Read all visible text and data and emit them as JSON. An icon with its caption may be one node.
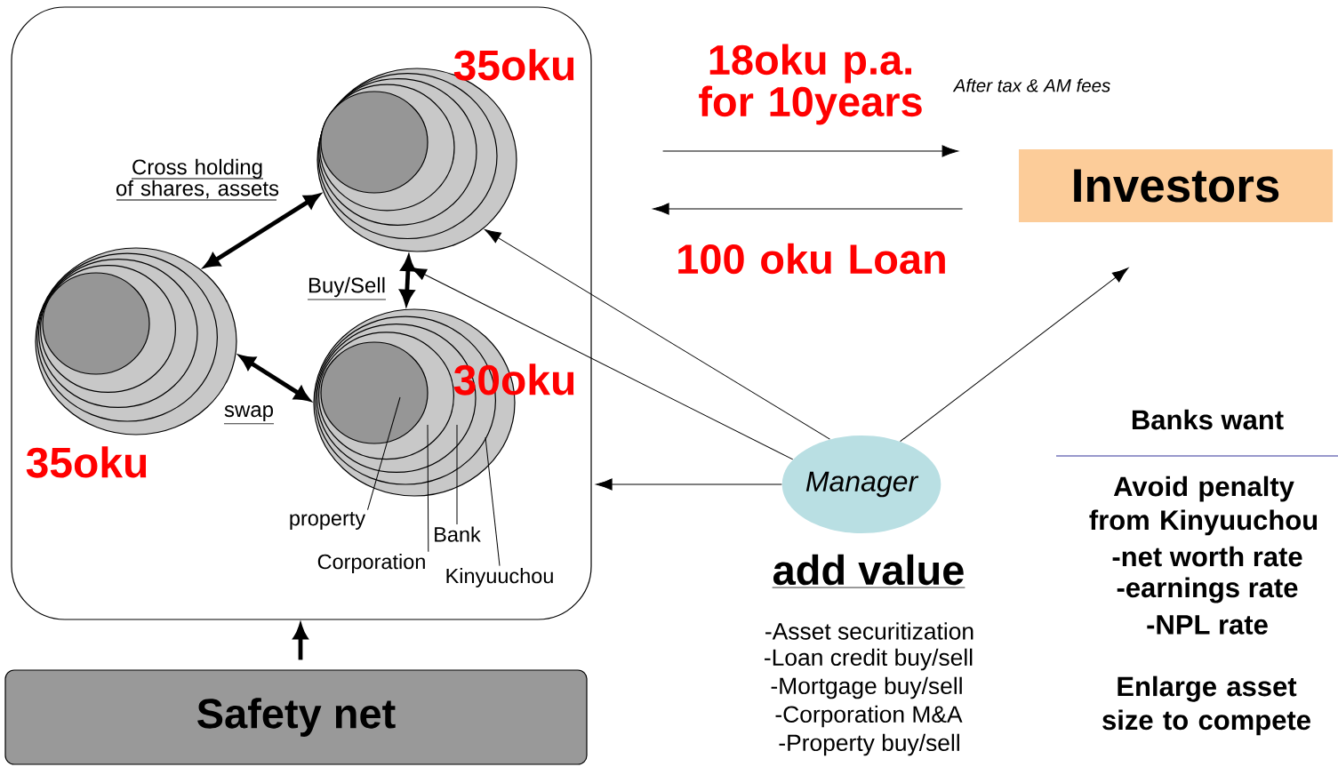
{
  "diagram": {
    "nodes": [
      {
        "text": [],
        "shape": "box"
      },
      {
        "text": [],
        "shape": "circle",
        "in": 0,
        "beside": [
          "35oku"
        ]
      },
      {
        "text": [],
        "shape": "circle",
        "in": 0,
        "beside": [
          "35oku"
        ]
      },
      {
        "text": [],
        "shape": "circle",
        "in": 0,
        "beside": [
          "30oku"
        ]
      },
      {
        "text": [
          "property"
        ],
        "in": 0
      },
      {
        "text": [
          "Corporation"
        ],
        "in": 0
      },
      {
        "text": [
          "Bank"
        ],
        "in": 0
      },
      {
        "text": [
          "Kinyuuchou"
        ],
        "in": 0
      },
      {
        "text": [
          "Investors"
        ]
      },
      {
        "text": [
          "Manager"
        ]
      },
      {
        "text": [
          "Safety net"
        ]
      }
    ],
    "edges": [
      {
        "from": 2,
        "to": 1,
        "arrow": "both",
        "style": "thick",
        "label": "Cross holding of shares, assets"
      },
      {
        "from": 1,
        "to": 3,
        "arrow": "both",
        "style": "thick",
        "label": "Buy/Sell"
      },
      {
        "from": 2,
        "to": 3,
        "arrow": "both",
        "style": "thick",
        "label": "swap"
      },
      {
        "from": 0,
        "to": 8,
        "arrow": "to",
        "label": "18oku p.a. for 10years"
      },
      {
        "from": 8,
        "to": 0,
        "arrow": "to",
        "label": "100 oku Loan"
      },
      {
        "from": 9,
        "to": 1,
        "arrow": "to"
      },
      {
        "from": 9,
        "to": null,
        "arrow": "to"
      },
      {
        "from": 9,
        "to": 0,
        "arrow": "to"
      },
      {
        "from": 9,
        "to": 8,
        "arrow": "to"
      },
      {
        "from": 10,
        "to": 0,
        "arrow": "to",
        "style": "thick"
      },
      {
        "from": 4,
        "to": 3,
        "arrow": "none"
      },
      {
        "from": 5,
        "to": 3,
        "arrow": "none"
      },
      {
        "from": 6,
        "to": 3,
        "arrow": "none"
      },
      {
        "from": 7,
        "to": 3,
        "arrow": "none"
      }
    ],
    "labels": [
      "After tax & AM fees",
      "add value",
      "-Asset securitization",
      "-Loan credit buy/sell",
      "-Mortgage buy/sell",
      "-Corporation M&A",
      "-Property buy/sell",
      "Banks want",
      "Avoid penalty from Kinyuuchou",
      "-net worth rate",
      "-earnings rate",
      "-NPL rate",
      "Enlarge asset size to compete"
    ]
  }
}
